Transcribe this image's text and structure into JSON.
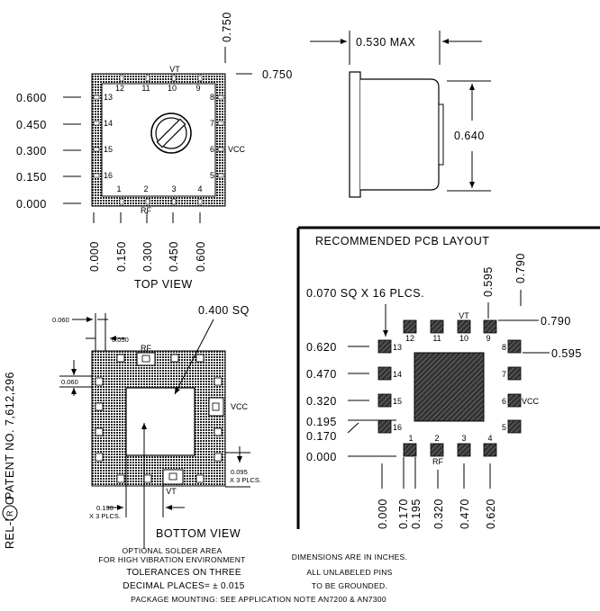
{
  "top_view": {
    "y_ticks": [
      "0.600",
      "0.450",
      "0.300",
      "0.150",
      "0.000"
    ],
    "x_ticks": [
      "0.000",
      "0.150",
      "0.300",
      "0.450",
      "0.600"
    ],
    "right_dim_top": "0.750",
    "right_dim_side": "0.750",
    "title": "TOP VIEW",
    "pin_vt": "VT",
    "pin_vcc": "VCC",
    "pin_rf": "RF",
    "pins_top": [
      "12",
      "11",
      "10",
      "9"
    ],
    "pins_bottom": [
      "1",
      "2",
      "3",
      "4"
    ],
    "pins_left": [
      "13",
      "14",
      "15",
      "16"
    ],
    "pins_right": [
      "8",
      "7",
      "6",
      "5"
    ]
  },
  "side_view": {
    "width": "0.530 MAX",
    "height": "0.640"
  },
  "bottom_view": {
    "patent": "REL-PRO",
    "patent_mark": "R",
    "patent_text": "PATENT NO. 7,612,296",
    "dim_060_top": "0.060",
    "dim_050": "0.050",
    "dim_060_left": "0.060",
    "sq_label": "0.400 SQ",
    "rf": "RF",
    "vcc": "VCC",
    "vt": "VT",
    "dim_095": "0.095",
    "x3_plcs_right": "X 3 PLCS.",
    "dim_130": "0.130",
    "x3_plcs_left": "X 3 PLCS.",
    "title": "BOTTOM VIEW"
  },
  "pcb_layout": {
    "title": "RECOMMENDED PCB LAYOUT",
    "pad_spec": "0.070 SQ X 16 PLCS.",
    "top_dims": [
      "0.595",
      "0.790"
    ],
    "right_dims": [
      "0.790",
      "0.595"
    ],
    "left_dims": [
      "0.620",
      "0.470",
      "0.320",
      "0.195",
      "0.170",
      "0.000"
    ],
    "bottom_dims": [
      "0.000",
      "0.170",
      "0.195",
      "0.320",
      "0.470",
      "0.620"
    ],
    "pins_top": [
      "12",
      "11",
      "10",
      "9"
    ],
    "pins_left": [
      "13",
      "14",
      "15",
      "16"
    ],
    "pins_right": [
      "8",
      "7",
      "6",
      "5"
    ],
    "pins_bottom": [
      "1",
      "2",
      "3",
      "4"
    ],
    "vt": "VT",
    "vcc": "VCC",
    "rf": "RF"
  },
  "notes": {
    "solder_1": "OPTIONAL SOLDER AREA",
    "solder_2": "FOR HIGH VIBRATION ENVIRONMENT",
    "tol_1": "TOLERANCES ON THREE",
    "tol_2": "DECIMAL PLACES= ± 0.015",
    "dim_1": "DIMENSIONS ARE IN INCHES.",
    "dim_2": "ALL UNLABELED PINS",
    "dim_3": "TO BE GROUNDED.",
    "mounting": "PACKAGE MOUNTING: SEE APPLICATION NOTE AN7200 & AN7300"
  }
}
